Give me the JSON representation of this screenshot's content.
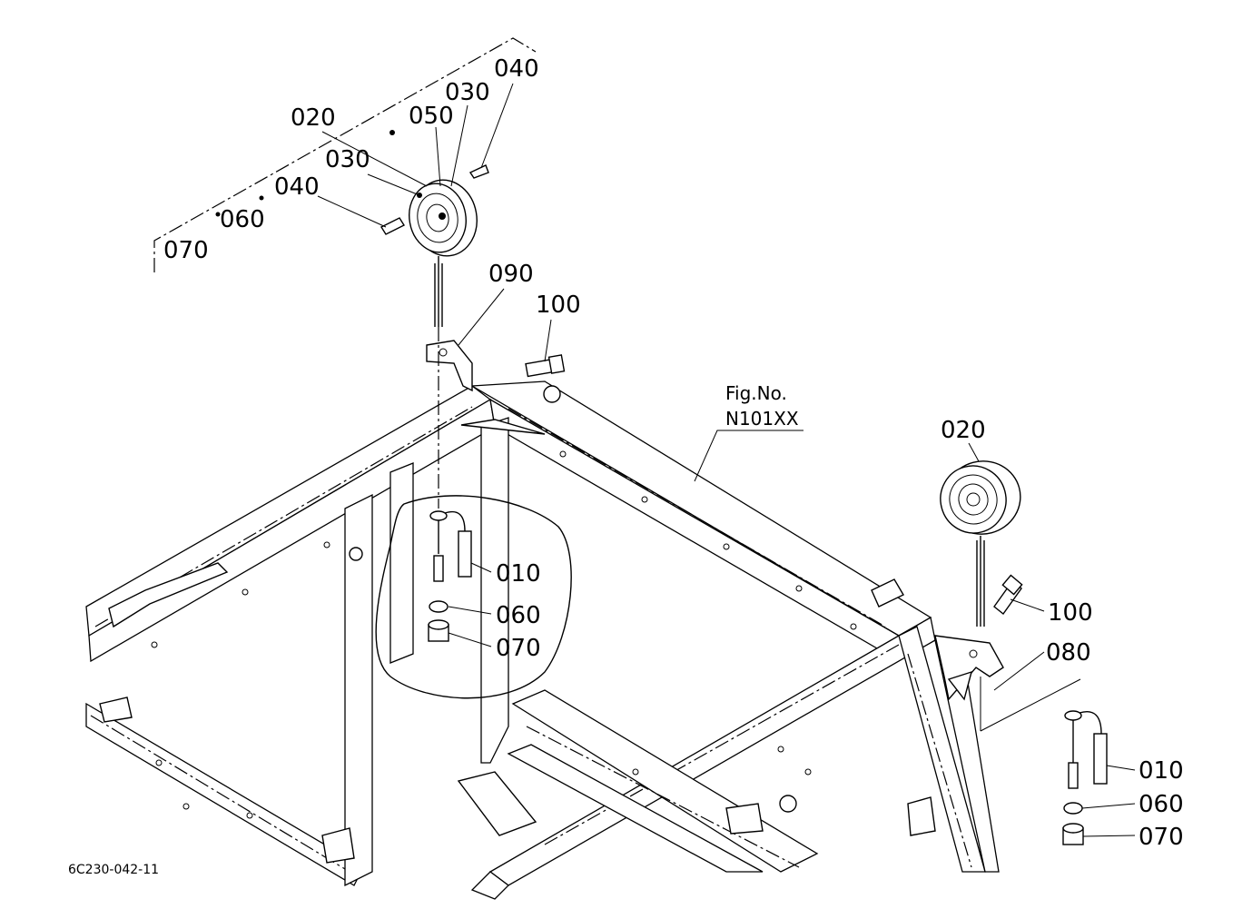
{
  "figure": {
    "ref_line1": "Fig.No.",
    "ref_line2": "N101XX",
    "drawing_code": "6C230-042-11"
  },
  "left_group": {
    "callouts": {
      "p020": "020",
      "p030a": "030",
      "p030b": "030",
      "p040a": "040",
      "p040b": "040",
      "p050": "050",
      "p060": "060",
      "p070": "070",
      "p090": "090",
      "p100": "100",
      "p010_detail": "010",
      "p060_detail": "060",
      "p070_detail": "070"
    }
  },
  "right_group": {
    "callouts": {
      "p020": "020",
      "p100": "100",
      "p080": "080",
      "p010": "010",
      "p060": "060",
      "p070": "070"
    }
  }
}
